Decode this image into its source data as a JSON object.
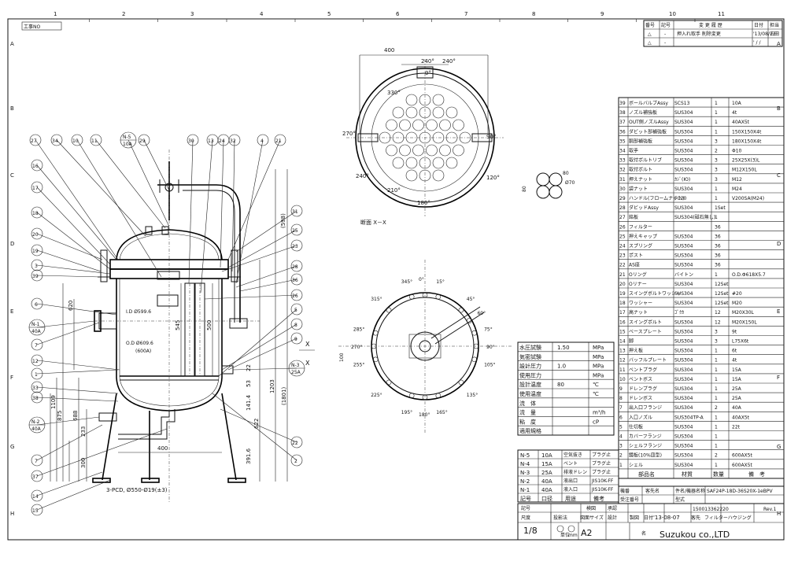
{
  "sheet": {
    "col_numbers": [
      "1",
      "2",
      "3",
      "4",
      "5",
      "6",
      "7",
      "8",
      "9",
      "10",
      "11"
    ],
    "row_letters": [
      "A",
      "B",
      "C",
      "D",
      "E",
      "F",
      "G",
      "H"
    ],
    "job_no_label": "工事NO"
  },
  "revision": {
    "headers": [
      "番号",
      "記号",
      "変 更 履 歴",
      "日付",
      "担当"
    ],
    "rows": [
      {
        "no": "△",
        "mark": "-",
        "text": "押入れ取手 削除変更",
        "date": "'13/08/13",
        "by": "古田"
      },
      {
        "no": "△",
        "mark": "-",
        "text": "",
        "date": "' / /",
        "by": ""
      }
    ]
  },
  "section_label": "断面 X－X",
  "section_marks": {
    "x1": "X",
    "x2": "X"
  },
  "callouts_top": [
    "27",
    "34",
    "10",
    "11",
    "N-5\n10A",
    "29",
    "30",
    "13",
    "24",
    "32",
    "4",
    "21"
  ],
  "callouts_left": [
    "16",
    "17",
    "18",
    "20",
    "19",
    "3",
    "39",
    "6",
    "N-1\n40A",
    "7",
    "12",
    "1",
    "33",
    "38",
    "N-2\n40A",
    "7",
    "37",
    "14",
    "15"
  ],
  "callouts_right": [
    "31",
    "25",
    "23",
    "28",
    "36",
    "26",
    "5",
    "8",
    "9",
    "N-3\n25A",
    "22",
    "2"
  ],
  "dimensions": {
    "top_400": "400",
    "top_240a": "240°",
    "top_240b": "240°",
    "ang_0": "0°",
    "ang_330": "330°",
    "ang_90": "90°",
    "ang_120": "120°",
    "ang_180": "180°",
    "ang_210": "210°",
    "ang_240": "240°",
    "ang_270": "270°",
    "d80a": "80",
    "d80b": "80",
    "d70": "Ø70",
    "id_589": "I.D Ø599.6",
    "od_609": "O.D Ø609.6",
    "od_600": "(600A)",
    "h_620": "620",
    "h_545": "545",
    "h_500": "500",
    "h_598": "(598)",
    "h_1203": "1203",
    "h_1801": "(1801)",
    "h_22": "22",
    "h_53": "53",
    "h_141": "141.4",
    "h_622": "622",
    "h_391": "391.6",
    "h_1109": "1109",
    "h_875": "875",
    "h_688": "688",
    "h_233": "233",
    "h_300": "300",
    "h_400": "400",
    "pcd": "3-PCD, Ø550-Ø19(±3)",
    "bot_ang": [
      "0°",
      "15°",
      "45°",
      "60°",
      "75°",
      "90°",
      "105°",
      "135°",
      "165°",
      "180°",
      "195°",
      "225°",
      "255°",
      "270°",
      "285°",
      "315°",
      "345°"
    ],
    "bot_100": "100"
  },
  "spec_table": [
    {
      "label": "水圧試験",
      "val": "1.50",
      "unit": "MPa"
    },
    {
      "label": "気密試験",
      "val": "",
      "unit": "MPa"
    },
    {
      "label": "設計圧力",
      "val": "1.0",
      "unit": "MPa"
    },
    {
      "label": "使用圧力",
      "val": "",
      "unit": "MPa"
    },
    {
      "label": "設計温度",
      "val": "80",
      "unit": "℃"
    },
    {
      "label": "使用温度",
      "val": "",
      "unit": "℃"
    },
    {
      "label": "流　体",
      "val": "",
      "unit": ""
    },
    {
      "label": "流　量",
      "val": "",
      "unit": "m³/h"
    },
    {
      "label": "粘　度",
      "val": "",
      "unit": "cP"
    },
    {
      "label": "適用規格",
      "val": "",
      "unit": ""
    }
  ],
  "nozzle_table": [
    {
      "no": "N-5",
      "size": "10A",
      "use": "空気抜き",
      "std": "プラグ止"
    },
    {
      "no": "N-4",
      "size": "15A",
      "use": "ベント",
      "std": "プラグ止"
    },
    {
      "no": "N-3",
      "size": "25A",
      "use": "排液ドレン",
      "std": "プラグ止"
    },
    {
      "no": "N-2",
      "size": "40A",
      "use": "液出口",
      "std": "JIS10K-FF"
    },
    {
      "no": "N-1",
      "size": "40A",
      "use": "液入口",
      "std": "JIS10K-FF"
    }
  ],
  "nozzle_headers": [
    "記号",
    "口径",
    "用途",
    "備考"
  ],
  "parts": [
    {
      "no": "39",
      "name": "ボールバルブAssy",
      "mat": "SCS13",
      "qty": "1",
      "rem": "10A"
    },
    {
      "no": "38",
      "name": "ノズル補強板",
      "mat": "SUS304",
      "qty": "1",
      "rem": "4t"
    },
    {
      "no": "37",
      "name": "OUT側ノズルAssy",
      "mat": "SUS304",
      "qty": "1",
      "rem": "40AX5t"
    },
    {
      "no": "36",
      "name": "ダビット部補強板",
      "mat": "SUS304",
      "qty": "1",
      "rem": "150X150X4t"
    },
    {
      "no": "35",
      "name": "胴部補強板",
      "mat": "SUS304",
      "qty": "3",
      "rem": "180X150X4t"
    },
    {
      "no": "34",
      "name": "取手",
      "mat": "SUS304",
      "qty": "2",
      "rem": "Φ10"
    },
    {
      "no": "33",
      "name": "取付ボルトリブ",
      "mat": "SUS304",
      "qty": "3",
      "rem": "25X25X(3)L"
    },
    {
      "no": "32",
      "name": "取付ボルト",
      "mat": "SUS304",
      "qty": "3",
      "rem": "M12X150L"
    },
    {
      "no": "31",
      "name": "押えナット",
      "mat": "ｶｼﾞ(Ю)",
      "qty": "3",
      "rem": "M12"
    },
    {
      "no": "30",
      "name": "袋ナット",
      "mat": "SUS304",
      "qty": "1",
      "rem": "M24"
    },
    {
      "no": "29",
      "name": "ハンドル(フロームナット)",
      "mat": "FC20",
      "qty": "1",
      "rem": "V200SA(M24)"
    },
    {
      "no": "28",
      "name": "ダビッドAssy",
      "mat": "SUS304",
      "qty": "1Set",
      "rem": ""
    },
    {
      "no": "27",
      "name": "銘板",
      "mat": "SUS304(磁石無し)",
      "qty": "1",
      "rem": ""
    },
    {
      "no": "26",
      "name": "フィルター",
      "mat": "",
      "qty": "36",
      "rem": ""
    },
    {
      "no": "25",
      "name": "押えキャップ",
      "mat": "SUS304",
      "qty": "36",
      "rem": ""
    },
    {
      "no": "24",
      "name": "スプリング",
      "mat": "SUS304",
      "qty": "36",
      "rem": ""
    },
    {
      "no": "23",
      "name": "ポスト",
      "mat": "SUS304",
      "qty": "36",
      "rem": ""
    },
    {
      "no": "22",
      "name": "AS座",
      "mat": "SUS304",
      "qty": "36",
      "rem": ""
    },
    {
      "no": "21",
      "name": "Oリング",
      "mat": "バイトン",
      "qty": "1",
      "rem": "O.D.Φ618X5.7"
    },
    {
      "no": "20",
      "name": "Oリナー",
      "mat": "SUS304",
      "qty": "12Set",
      "rem": ""
    },
    {
      "no": "19",
      "name": "スイングボルトワッシャ",
      "mat": "SUS304",
      "qty": "12Set",
      "rem": "#20"
    },
    {
      "no": "18",
      "name": "ワッシャー",
      "mat": "SUS304",
      "qty": "12Set",
      "rem": "M20"
    },
    {
      "no": "17",
      "name": "高ナット",
      "mat": "ｺﾞｸｶ",
      "qty": "12",
      "rem": "M20X30L"
    },
    {
      "no": "16",
      "name": "スイングボルト",
      "mat": "SUS304",
      "qty": "12",
      "rem": "M20X150L"
    },
    {
      "no": "15",
      "name": "ベースプレート",
      "mat": "SUS304",
      "qty": "3",
      "rem": "9t"
    },
    {
      "no": "14",
      "name": "脚",
      "mat": "SUS304",
      "qty": "3",
      "rem": "L75X6t"
    },
    {
      "no": "13",
      "name": "押え板",
      "mat": "SUS304",
      "qty": "1",
      "rem": "6t"
    },
    {
      "no": "12",
      "name": "バッフルプレート",
      "mat": "SUS304",
      "qty": "1",
      "rem": "4t"
    },
    {
      "no": "11",
      "name": "ベントプラグ",
      "mat": "SUS304",
      "qty": "1",
      "rem": "15A"
    },
    {
      "no": "10",
      "name": "ベントボス",
      "mat": "SUS304",
      "qty": "1",
      "rem": "15A"
    },
    {
      "no": "9",
      "name": "ドレンプラグ",
      "mat": "SUS304",
      "qty": "1",
      "rem": "25A"
    },
    {
      "no": "8",
      "name": "ドレンボス",
      "mat": "SUS304",
      "qty": "1",
      "rem": "25A"
    },
    {
      "no": "7",
      "name": "出入口フランジ",
      "mat": "SUS304",
      "qty": "2",
      "rem": "40A"
    },
    {
      "no": "6",
      "name": "入口ノズル",
      "mat": "SUS304TP-A",
      "qty": "1",
      "rem": "40AX5t"
    },
    {
      "no": "5",
      "name": "仕切板",
      "mat": "SUS304",
      "qty": "1",
      "rem": "22t"
    },
    {
      "no": "4",
      "name": "カバーフランジ",
      "mat": "SUS304",
      "qty": "1",
      "rem": ""
    },
    {
      "no": "3",
      "name": "シェルフランジ",
      "mat": "SUS304",
      "qty": "1",
      "rem": ""
    },
    {
      "no": "2",
      "name": "鏡板(10%皿型)",
      "mat": "SUS304",
      "qty": "2",
      "rem": "600AX5t"
    },
    {
      "no": "1",
      "name": "シェル",
      "mat": "SUS304",
      "qty": "1",
      "rem": "600AX5t"
    }
  ],
  "parts_headers": {
    "name": "部品名",
    "mat": "材質",
    "qty": "数量",
    "rem": "備　考"
  },
  "title_block": {
    "sym_label": "記号",
    "exam": "検図",
    "approve": "承認",
    "design": "設計",
    "draw": "製図",
    "scale_label": "尺度",
    "scale_val": "1/8",
    "proj_label": "投影法",
    "unit_label": "単位",
    "unit_val": "mm",
    "size_label": "図面サイズ",
    "size_val": "A2",
    "date_label": "日付",
    "date_val": "'13-08-07",
    "name_label": "名",
    "name_val": "フィルターハウジング",
    "drawing_no": "150013362220",
    "rev": "Rev.1",
    "company": "Suzukou co.,LTD",
    "client_label": "客先",
    "client_val": "",
    "model_label": "型式",
    "model_val": "SAF24P-18D-36S20X-1eBPV",
    "order_label": "受注番号",
    "order_val": "",
    "label_cust": "客先名",
    "label_proj": "件名/機器名称",
    "label_kiban": "機番"
  }
}
